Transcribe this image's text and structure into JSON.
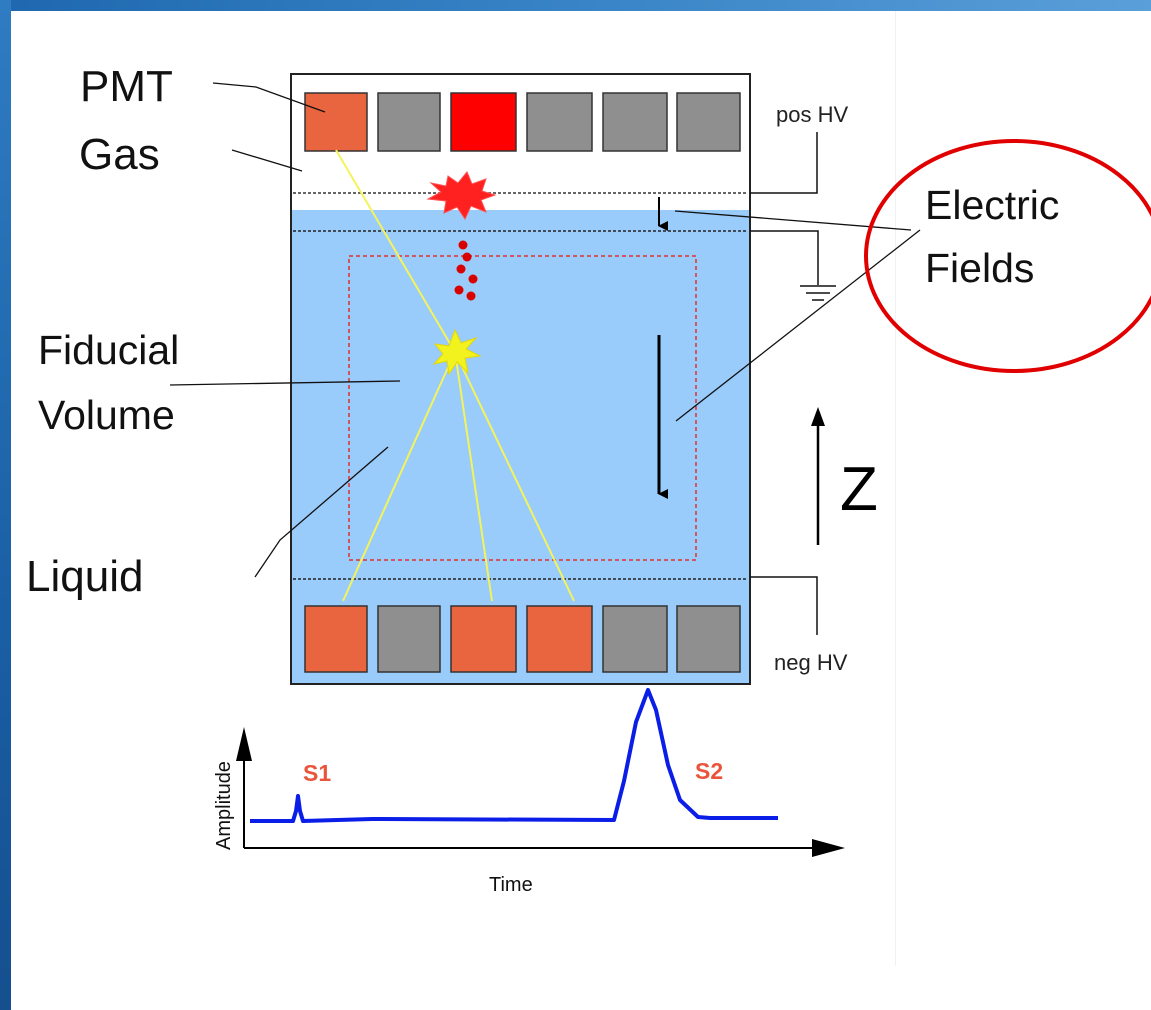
{
  "labels": {
    "pmt": "PMT",
    "gas": "Gas",
    "fiducial_line1": "Fiducial",
    "fiducial_line2": "Volume",
    "liquid": "Liquid",
    "pos_hv": "pos HV",
    "neg_hv": "neg HV",
    "electric_line1": "Electric",
    "electric_line2": "Fields",
    "z_axis": "Z"
  },
  "colors": {
    "liquid": "#99cbfb",
    "pmt_hit": "#e9653f",
    "pmt_bright": "#ff0000",
    "pmt_off": "#8f8f8f",
    "light_track": "#f4f45a",
    "fiducial_border": "#e03030",
    "waveform": "#0a1ee8",
    "highlight_circle": "#e00000",
    "frame": "#2a74bd"
  },
  "pmt_arrays": {
    "top": [
      "hit",
      "off",
      "bright",
      "off",
      "off",
      "off"
    ],
    "bottom": [
      "hit",
      "off",
      "hit",
      "hit",
      "off",
      "off"
    ]
  },
  "waveform": {
    "x_label": "Time",
    "y_label": "Amplitude",
    "peaks": [
      {
        "label": "S1",
        "relative_height": 0.12
      },
      {
        "label": "S2",
        "relative_height": 1.0
      }
    ]
  }
}
